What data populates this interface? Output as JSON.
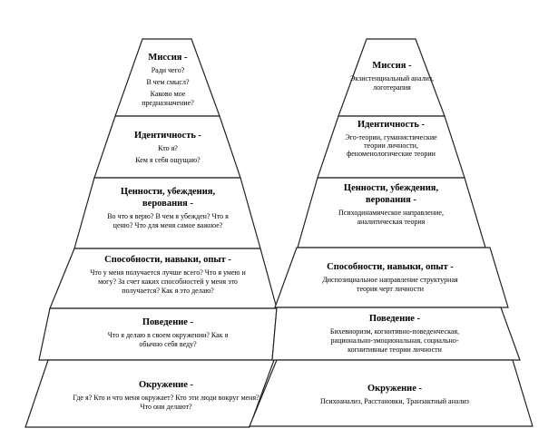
{
  "left_pyramid": {
    "levels": [
      {
        "title": "Миссия -",
        "lines": [
          "Ради чего?",
          "В чем смысл?",
          "Каково мое предназначение?"
        ]
      },
      {
        "title": "Идентичность -",
        "lines": [
          "Кто я?",
          "Кем я себя ощущаю?"
        ]
      },
      {
        "title": "Ценности, убеждения, верования -",
        "lines": [
          "Во что я верю? В чем я убежден? Что я ценю? Что для меня самое важное?"
        ]
      },
      {
        "title": "Способности, навыки, опыт -",
        "lines": [
          "Что у меня получается лучше всего? Что я умею и могу? За счет каких способностей у меня это получается? Как я это делаю?"
        ]
      },
      {
        "title": "Поведение -",
        "lines": [
          "Что я делаю в своем окружении? Как я обычно себя веду?"
        ]
      },
      {
        "title": "Окружение -",
        "lines": [
          "Где я? Кто и что меня окружает? Кто эти люди вокруг меня? Что они делают?"
        ]
      }
    ]
  },
  "right_pyramid": {
    "levels": [
      {
        "title": "Миссия -",
        "lines": [
          "Экзистенциальный анализ, логотерапия"
        ]
      },
      {
        "title": "Идентичность -",
        "lines": [
          "Эго-теории, гуманистические теории личности, феноменологические теории"
        ]
      },
      {
        "title": "Ценности, убеждения, верования -",
        "lines": [
          "Психодинамическое направление, аналитическая теория"
        ]
      },
      {
        "title": "Способности, навыки, опыт -",
        "lines": [
          "Диспозициальное направление структурная теория черт личности"
        ]
      },
      {
        "title": "Поведение -",
        "lines": [
          "Бихевиоризм, когнитивно-поведенческая, рационально-эмоциональная, социально-когнитивные теории личности"
        ]
      },
      {
        "title": "Окружение -",
        "lines": [
          "Психоанализ, Расстановки, Транзактный анализ"
        ]
      }
    ]
  }
}
